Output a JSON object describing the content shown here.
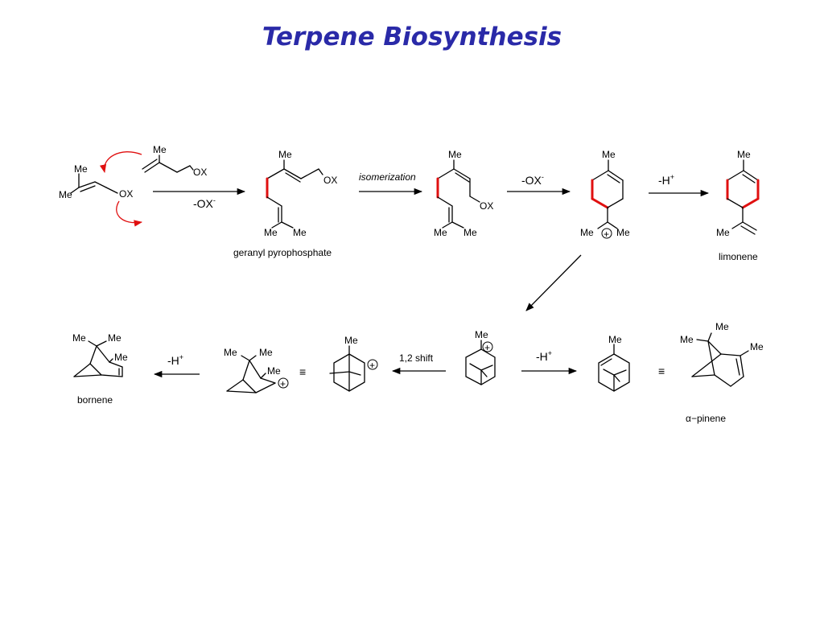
{
  "title": "Terpene Biosynthesis",
  "colors": {
    "title": "#2a2aa8",
    "highlight_bond": "#e01010",
    "curved_arrow": "#e01010"
  },
  "atoms": {
    "me": "Me",
    "ox": "OX",
    "plus": "+",
    "alpha": "α",
    "dash": "−"
  },
  "labels": {
    "geranyl": "geranyl pyrophosphate",
    "limonene": "limonene",
    "bornene": "bornene",
    "pinene": "pinene",
    "isomerization": "isomerization",
    "shift": "1,2 shift",
    "equiv": "≡"
  },
  "reagents": {
    "lose_ox": "-OX",
    "lose_ox_charge": "-",
    "lose_h": "-H",
    "lose_h_charge": "+"
  }
}
